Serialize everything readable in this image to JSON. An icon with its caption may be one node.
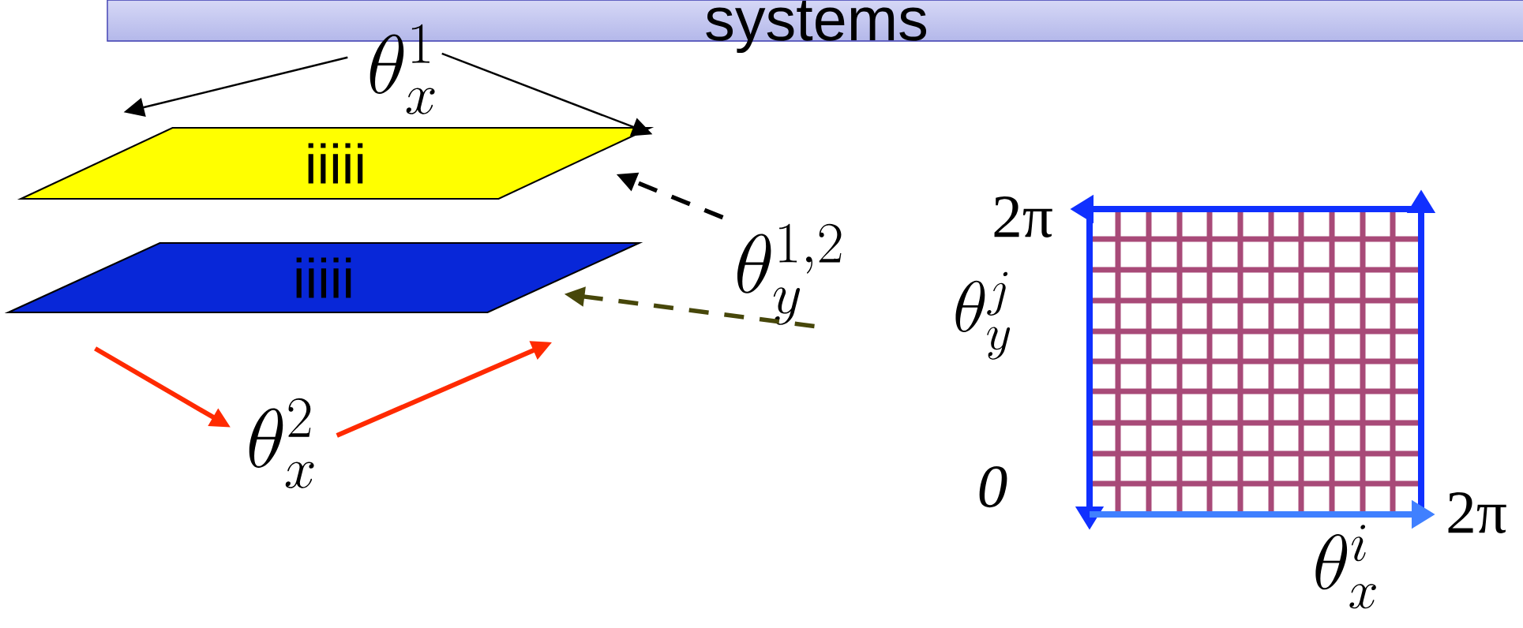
{
  "diagram": {
    "nodes": [
      {
        "text": [
          "systems"
        ]
      },
      {
        "text": [
          "iiiii"
        ]
      },
      {
        "text": [
          "iiiii"
        ]
      },
      {
        "text": [
          "\\theta_x^1"
        ]
      },
      {
        "text": [
          "\\theta_x^2"
        ]
      },
      {
        "text": [
          "\\theta_y^{1,2}"
        ]
      }
    ],
    "edges": [
      {
        "from": 3,
        "to": 1,
        "arrow": "to"
      },
      {
        "from": 3,
        "to": 1,
        "arrow": "to"
      },
      {
        "from": 2,
        "to": 4,
        "arrow": "to",
        "color": "#ff2a00"
      },
      {
        "from": 4,
        "to": 2,
        "arrow": "to",
        "color": "#ff2a00"
      },
      {
        "from": 5,
        "to": 1,
        "arrow": "to",
        "style": "dashed"
      },
      {
        "from": 5,
        "to": 2,
        "arrow": "to",
        "style": "dashed",
        "color": "#47470a"
      }
    ],
    "labels": [
      "2π",
      "\\theta_y^j",
      "0",
      "2π",
      "\\theta_x^i"
    ]
  }
}
